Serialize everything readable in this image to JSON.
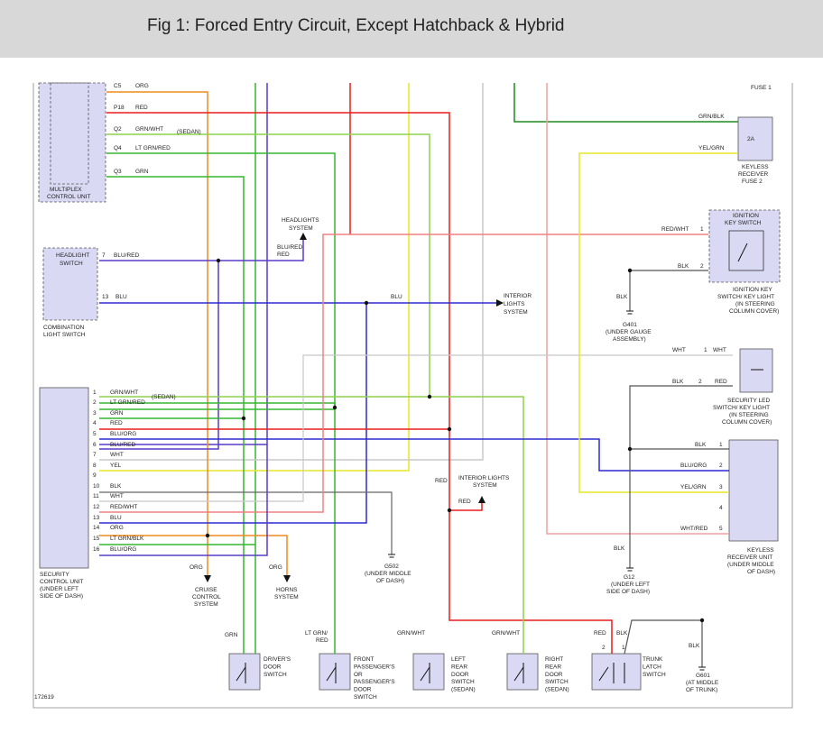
{
  "figure_title": "Fig 1: Forced Entry Circuit, Except Hatchback & Hybrid",
  "diagram_id": "172619",
  "components": {
    "multiplex": [
      "MULTIPLEX",
      "CONTROL UNIT"
    ],
    "headlight_switch": [
      "HEADLIGHT",
      "SWITCH"
    ],
    "combination": [
      "COMBINATION",
      "LIGHT SWITCH"
    ],
    "security_unit": [
      "SECURITY",
      "CONTROL UNIT",
      "(UNDER LEFT",
      "SIDE OF DASH)"
    ],
    "fuse1": "FUSE 1",
    "fuse2_rating": "2A",
    "keyless_fuse2": [
      "KEYLESS",
      "RECEIVER",
      "FUSE 2"
    ],
    "ignition_box": [
      "IGNITION",
      "KEY SWITCH"
    ],
    "ignition_label": [
      "IGNITION KEY",
      "SWITCH/ KEY LIGHT",
      "(IN STEERING",
      "COLUMN COVER)"
    ],
    "security_led": [
      "SECURITY LED",
      "SWITCH/ KEY LIGHT",
      "(IN STEERING",
      "COLUMN COVER)"
    ],
    "keyless_unit": [
      "KEYLESS",
      "RECEIVER UNIT",
      "(UNDER MIDDLE",
      "OF DASH)"
    ],
    "headlights_system": [
      "HEADLIGHTS",
      "SYSTEM"
    ],
    "interior_lights_1": [
      "INTERIOR",
      "LIGHTS",
      "SYSTEM"
    ],
    "interior_lights_2": [
      "INTERIOR LIGHTS",
      "SYSTEM"
    ],
    "cruise": [
      "CRUISE",
      "CONTROL",
      "SYSTEM"
    ],
    "horns": [
      "HORNS",
      "SYSTEM"
    ],
    "g401": [
      "G401",
      "(UNDER GAUGE",
      "ASSEMBLY)"
    ],
    "g502": [
      "G502",
      "(UNDER MIDDLE",
      "OF DASH)"
    ],
    "g12": [
      "G12",
      "(UNDER LEFT",
      "SIDE OF DASH)"
    ],
    "g601": [
      "G601",
      "(AT MIDDLE",
      "OF TRUNK)"
    ],
    "driver_door": [
      "DRIVER'S",
      "DOOR",
      "SWITCH"
    ],
    "front_pass_door": [
      "FRONT",
      "PASSENGER'S",
      "OR",
      "PASSENGER'S",
      "DOOR",
      "SWITCH"
    ],
    "left_rear_door": [
      "LEFT",
      "REAR",
      "DOOR",
      "SWITCH",
      "(SEDAN)"
    ],
    "right_rear_door": [
      "RIGHT",
      "REAR",
      "DOOR",
      "SWITCH",
      "(SEDAN)"
    ],
    "trunk_latch": [
      "TRUNK",
      "LATCH",
      "SWITCH"
    ]
  },
  "multiplex_pins": [
    {
      "pin": "C5",
      "wire": "ORG"
    },
    {
      "pin": "P18",
      "wire": "RED"
    },
    {
      "pin": "Q2",
      "wire": "GRN/WHT"
    },
    {
      "pin": "Q4",
      "wire": "LT GRN/RED"
    },
    {
      "pin": "Q3",
      "wire": "GRN"
    }
  ],
  "sedan_note": "(SEDAN)",
  "security_pins": [
    {
      "pin": "1",
      "wire": "GRN/WHT"
    },
    {
      "pin": "2",
      "wire": "LT GRN/RED"
    },
    {
      "pin": "3",
      "wire": "GRN"
    },
    {
      "pin": "4",
      "wire": "RED"
    },
    {
      "pin": "5",
      "wire": "BLU/ORG"
    },
    {
      "pin": "6",
      "wire": "BLU/RED"
    },
    {
      "pin": "7",
      "wire": "WHT"
    },
    {
      "pin": "8",
      "wire": "YEL"
    },
    {
      "pin": "9",
      "wire": ""
    },
    {
      "pin": "10",
      "wire": "BLK"
    },
    {
      "pin": "11",
      "wire": "WHT"
    },
    {
      "pin": "12",
      "wire": "RED/WHT"
    },
    {
      "pin": "13",
      "wire": "BLU"
    },
    {
      "pin": "14",
      "wire": "ORG"
    },
    {
      "pin": "15",
      "wire": "LT GRN/BLK"
    },
    {
      "pin": "16",
      "wire": "BLU/ORG"
    }
  ],
  "headlight_pin": {
    "pin": "7",
    "wire": "BLU/RED"
  },
  "combination_pin": {
    "pin": "13",
    "wire": "BLU"
  },
  "blu_wire": "BLU",
  "blu_red_wire": "BLU/RED",
  "keyless_pins": [
    {
      "pin": "1",
      "wire": "BLK"
    },
    {
      "pin": "2",
      "wire": "BLU/ORG"
    },
    {
      "pin": "3",
      "wire": "YEL/GRN"
    },
    {
      "pin": "4",
      "wire": ""
    },
    {
      "pin": "5",
      "wire": "WHT/RED"
    }
  ],
  "wire_labels": {
    "grn_blk": "GRN/BLK",
    "yel_grn": "YEL/GRN",
    "red_wht": "RED/WHT",
    "ign_pin1": "1",
    "ign_pin2": "2",
    "blk": "BLK",
    "wht": "WHT",
    "red": "RED",
    "org": "ORG",
    "grn": "GRN",
    "lt_grn_red_a": "LT GRN/",
    "lt_grn_red_b": "RED",
    "grn_wht": "GRN/WHT",
    "led_pin1": "1",
    "led_pin2": "2",
    "trunk_pin2": "2",
    "trunk_pin1": "1"
  },
  "colors": {
    "orange": "#f08a1e",
    "red": "#e81e1e",
    "green": "#35b531",
    "dark_green": "#1e8c1e",
    "lime": "#8fd14f",
    "yellow": "#e6e629",
    "blue": "#2b2bd0",
    "purple": "#5a3cc8",
    "gray": "#c8c8c8",
    "pink": "#f0a0a0",
    "box_fill": "#d9d9f3"
  }
}
